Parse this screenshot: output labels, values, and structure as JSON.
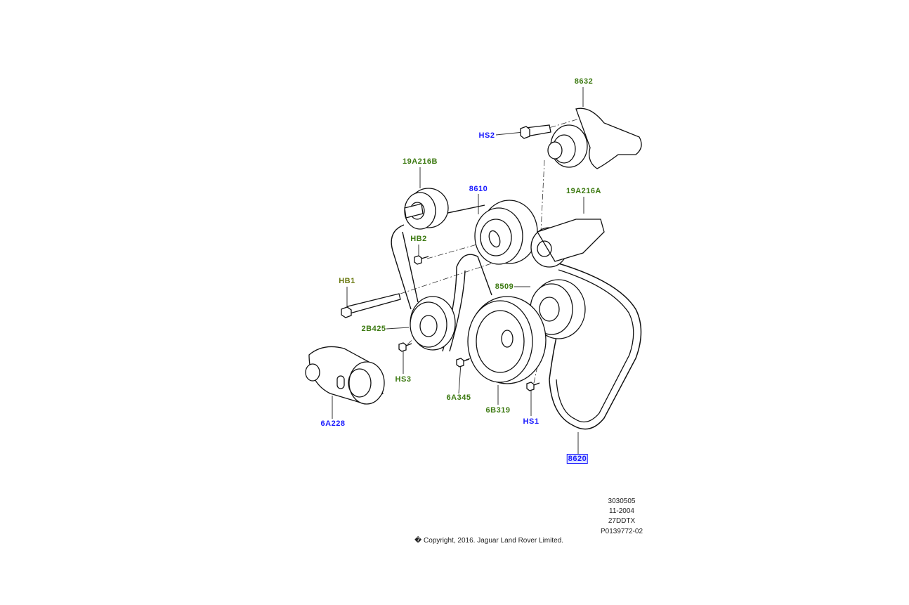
{
  "callouts": [
    {
      "id": "8632",
      "color": "green"
    },
    {
      "id": "HS2",
      "color": "blue"
    },
    {
      "id": "19A216B",
      "color": "green"
    },
    {
      "id": "8610",
      "color": "blue"
    },
    {
      "id": "19A216A",
      "color": "green"
    },
    {
      "id": "HB2",
      "color": "green"
    },
    {
      "id": "HB1",
      "color": "olive"
    },
    {
      "id": "8509",
      "color": "green"
    },
    {
      "id": "2B425",
      "color": "green"
    },
    {
      "id": "HS3",
      "color": "green"
    },
    {
      "id": "6A345",
      "color": "green"
    },
    {
      "id": "6B319",
      "color": "green"
    },
    {
      "id": "HS1",
      "color": "blue"
    },
    {
      "id": "6A228",
      "color": "blue"
    },
    {
      "id": "8620",
      "color": "blue",
      "selected": true
    }
  ],
  "meta": {
    "line1": "3030505",
    "line2": "11-2004",
    "line3": "27DDTX",
    "line4": "P0139772-02"
  },
  "copyright": "� Copyright, 2016. Jaguar Land Rover Limited.",
  "colors": {
    "green": "#3d7a12",
    "blue": "#1a1aff"
  }
}
